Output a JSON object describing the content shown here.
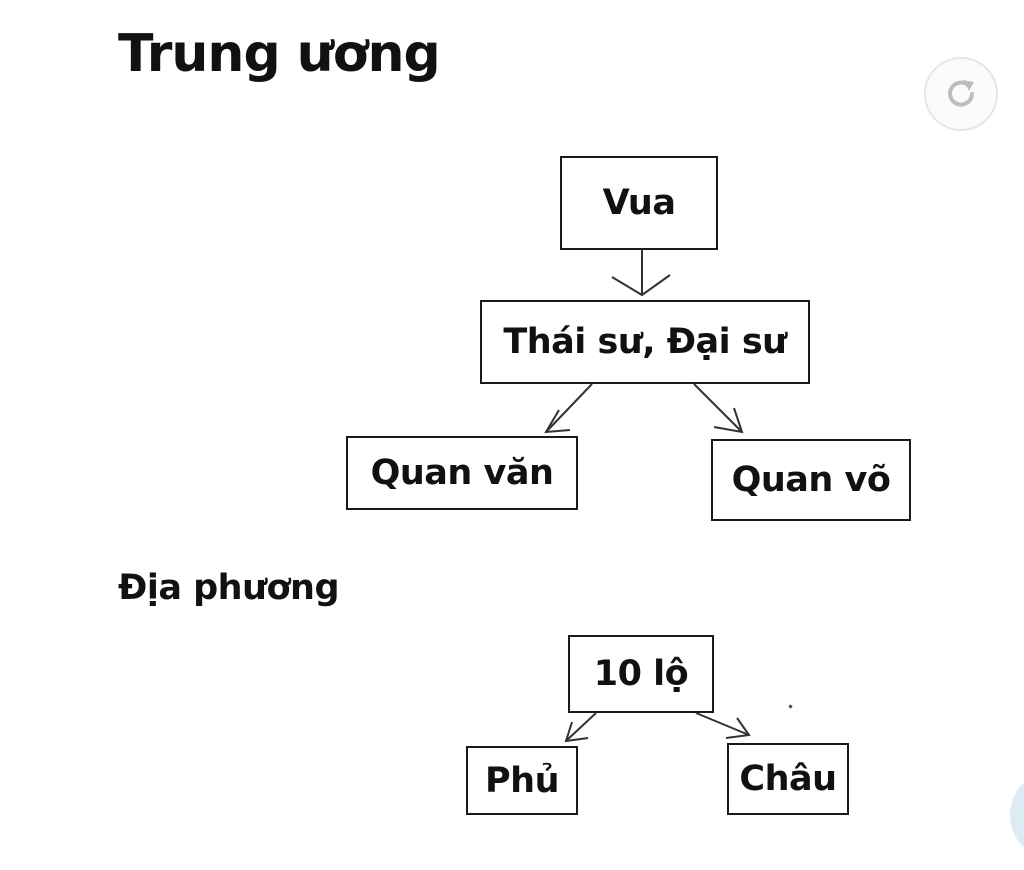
{
  "sections": {
    "central_title": "Trung ương",
    "local_title": "Địa phương"
  },
  "nodes": {
    "vua": "Vua",
    "thai_su": "Thái sư, Đại sư",
    "quan_van": "Quan văn",
    "quan_vo": "Quan võ",
    "muoi_lo": "10 lộ",
    "phu": "Phủ",
    "chau": "Châu"
  },
  "edges": [
    [
      "vua",
      "thai_su"
    ],
    [
      "thai_su",
      "quan_van"
    ],
    [
      "thai_su",
      "quan_vo"
    ],
    [
      "muoi_lo",
      "phu"
    ],
    [
      "muoi_lo",
      "chau"
    ]
  ],
  "icons": {
    "reload": "reload-icon"
  },
  "colors": {
    "border": "#1a1a1a",
    "arrow": "#333333",
    "background": "#ffffff"
  }
}
